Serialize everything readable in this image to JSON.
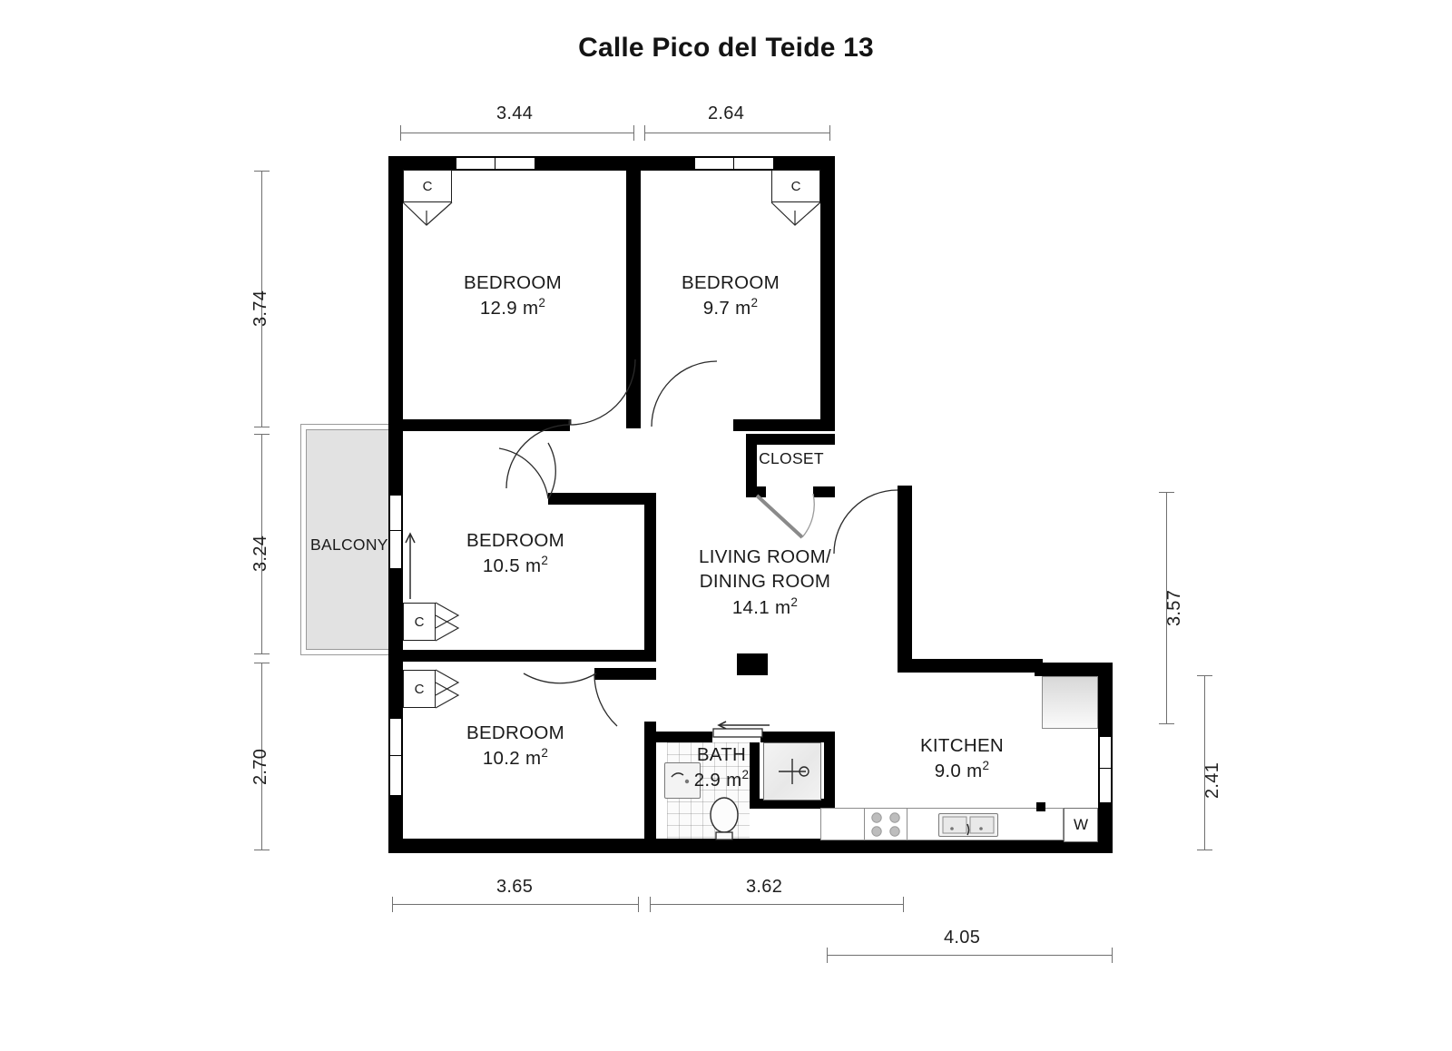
{
  "title": "Calle Pico del Teide 13",
  "units": "m",
  "rooms": [
    {
      "id": "bedroom-1",
      "name": "BEDROOM",
      "area": "12.9 m",
      "sup": "2"
    },
    {
      "id": "bedroom-2",
      "name": "BEDROOM",
      "area": "9.7 m",
      "sup": "2"
    },
    {
      "id": "bedroom-3",
      "name": "BEDROOM",
      "area": "10.5 m",
      "sup": "2"
    },
    {
      "id": "bedroom-4",
      "name": "BEDROOM",
      "area": "10.2 m",
      "sup": "2"
    },
    {
      "id": "living-dining",
      "name_line1": "LIVING ROOM/",
      "name_line2": "DINING ROOM",
      "area": "14.1 m",
      "sup": "2"
    },
    {
      "id": "kitchen",
      "name": "KITCHEN",
      "area": "9.0 m",
      "sup": "2"
    },
    {
      "id": "bath",
      "name": "BATH",
      "area": "2.9 m",
      "sup": "2"
    },
    {
      "id": "closet",
      "name": "CLOSET"
    },
    {
      "id": "balcony",
      "name": "BALCONY"
    }
  ],
  "dimensions": {
    "top": [
      {
        "label": "3.44"
      },
      {
        "label": "2.64"
      }
    ],
    "left": [
      {
        "label": "3.74"
      },
      {
        "label": "3.24"
      },
      {
        "label": "2.70"
      }
    ],
    "right": [
      {
        "label": "3.57"
      },
      {
        "label": "2.41"
      }
    ],
    "bottom": [
      {
        "label": "3.65"
      },
      {
        "label": "3.62"
      },
      {
        "label": "4.05"
      }
    ]
  },
  "markers": {
    "closet_c": "C",
    "washer": "W"
  },
  "colors": {
    "wall": "#000000",
    "background": "#ffffff",
    "balcony_fill": "#e2e2e2",
    "dimension_line": "#707070",
    "text": "#1a1a1a"
  }
}
